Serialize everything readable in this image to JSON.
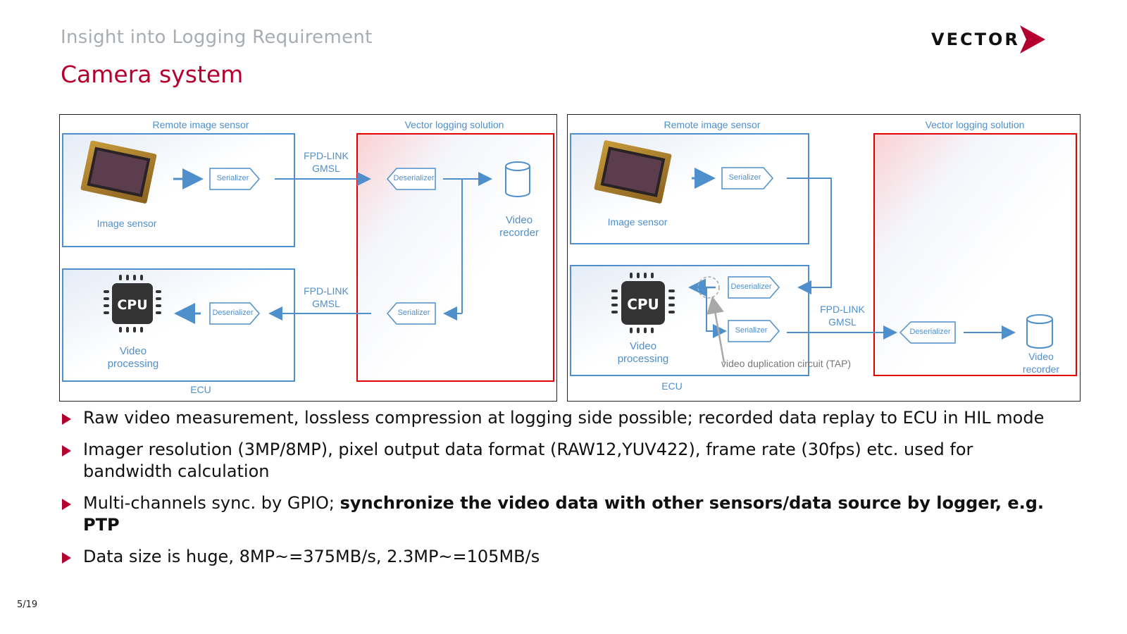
{
  "header": {
    "subtitle": "Insight into Logging Requirement",
    "title": "Camera system",
    "logo_text": "VECTOR",
    "brand_color": "#b5002f"
  },
  "diagram_left": {
    "remote_sensor_label": "Remote image sensor",
    "image_sensor_label": "Image sensor",
    "serializer_top": "Serializer",
    "link_top": [
      "FPD-LINK",
      "GMSL"
    ],
    "logging_label": "Vector logging solution",
    "deserializer_logger": "Deserializer",
    "video_recorder": [
      "Video",
      "recorder"
    ],
    "serializer_logger": "Serializer",
    "link_bottom": [
      "FPD-LINK",
      "GMSL"
    ],
    "deserializer_ecu": "Deserializer",
    "cpu_label": "CPU",
    "video_processing": [
      "Video",
      "processing"
    ],
    "ecu_label": "ECU"
  },
  "diagram_right": {
    "remote_sensor_label": "Remote image sensor",
    "image_sensor_label": "Image sensor",
    "serializer_top": "Serializer",
    "logging_label": "Vector logging solution",
    "deserializer_ecu": "Deserializer",
    "serializer_ecu": "Serializer",
    "cpu_label": "CPU",
    "video_processing": [
      "Video",
      "processing"
    ],
    "tap_label": "video duplication circuit (TAP)",
    "link": [
      "FPD-LINK",
      "GMSL"
    ],
    "deserializer_logger": "Deserializer",
    "video_recorder": [
      "Video",
      "recorder"
    ],
    "ecu_label": "ECU"
  },
  "bullets": [
    {
      "text": "Raw video measurement, lossless compression at logging side possible; recorded data replay to ECU in HIL mode",
      "bold": ""
    },
    {
      "text": "Imager resolution (3MP/8MP), pixel output data format (RAW12,YUV422), frame rate (30fps) etc. used for bandwidth calculation",
      "bold": ""
    },
    {
      "text": "Multi-channels sync. by GPIO; ",
      "bold": "synchronize the video data with other sensors/data source by logger, e.g. PTP"
    },
    {
      "text": "Data size is huge, 8MP~=375MB/s, 2.3MP~=105MB/s",
      "bold": ""
    }
  ],
  "footer": {
    "page": "5/19"
  }
}
